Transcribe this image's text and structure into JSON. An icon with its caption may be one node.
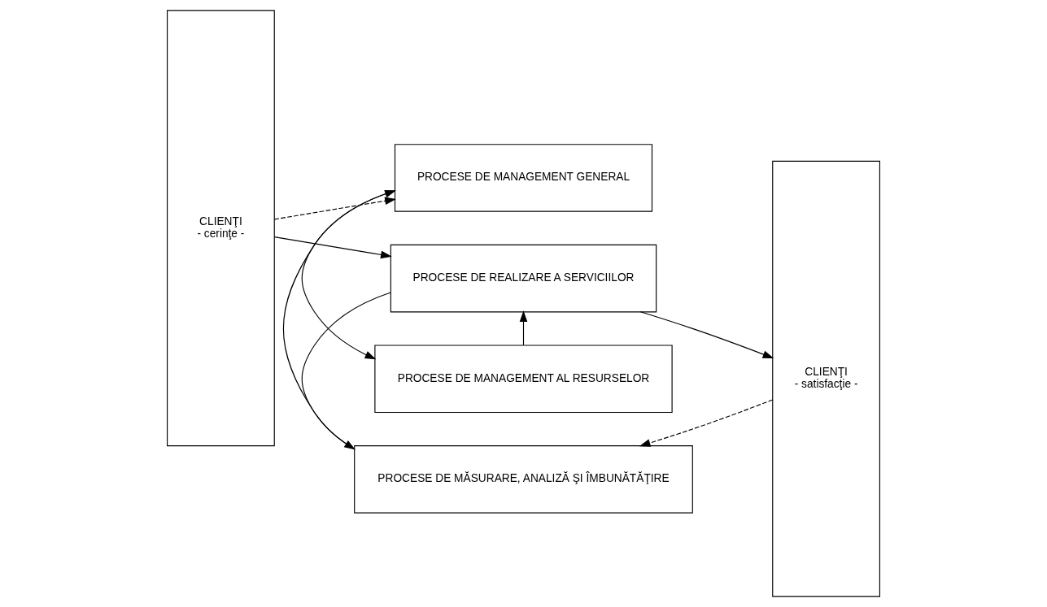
{
  "diagram": {
    "nodes": [
      {
        "text": [
          "CLIENŢI",
          "- cerinţe -"
        ]
      },
      {
        "text": [
          "PROCESE DE MANAGEMENT GENERAL"
        ]
      },
      {
        "text": [
          "CLIENŢI",
          "- satisfacţie -"
        ]
      },
      {
        "text": [
          "PROCESE DE MANAGEMENT AL RESURSELOR"
        ]
      },
      {
        "text": [
          "PROCESE DE MĂSURARE, ANALIZĂ ŞI ÎMBUNĂTĂŢIRE"
        ]
      },
      {
        "text": [
          "PROCESE DE REALIZARE A SERVICIILOR"
        ]
      }
    ],
    "edges": [
      {
        "from": 0,
        "to": 1,
        "arrow": "to",
        "style": "dashed"
      },
      {
        "from": 1,
        "to": 3,
        "arrow": "to"
      },
      {
        "from": 4,
        "to": 1,
        "arrow": "to"
      },
      {
        "from": 2,
        "to": 4,
        "arrow": "to",
        "style": "dashed"
      },
      {
        "from": 3,
        "to": 5,
        "arrow": "to"
      },
      {
        "from": 5,
        "to": 4,
        "arrow": "to"
      },
      {
        "from": 0,
        "to": 5,
        "arrow": "to"
      },
      {
        "from": 5,
        "to": 2,
        "arrow": "to"
      }
    ]
  }
}
